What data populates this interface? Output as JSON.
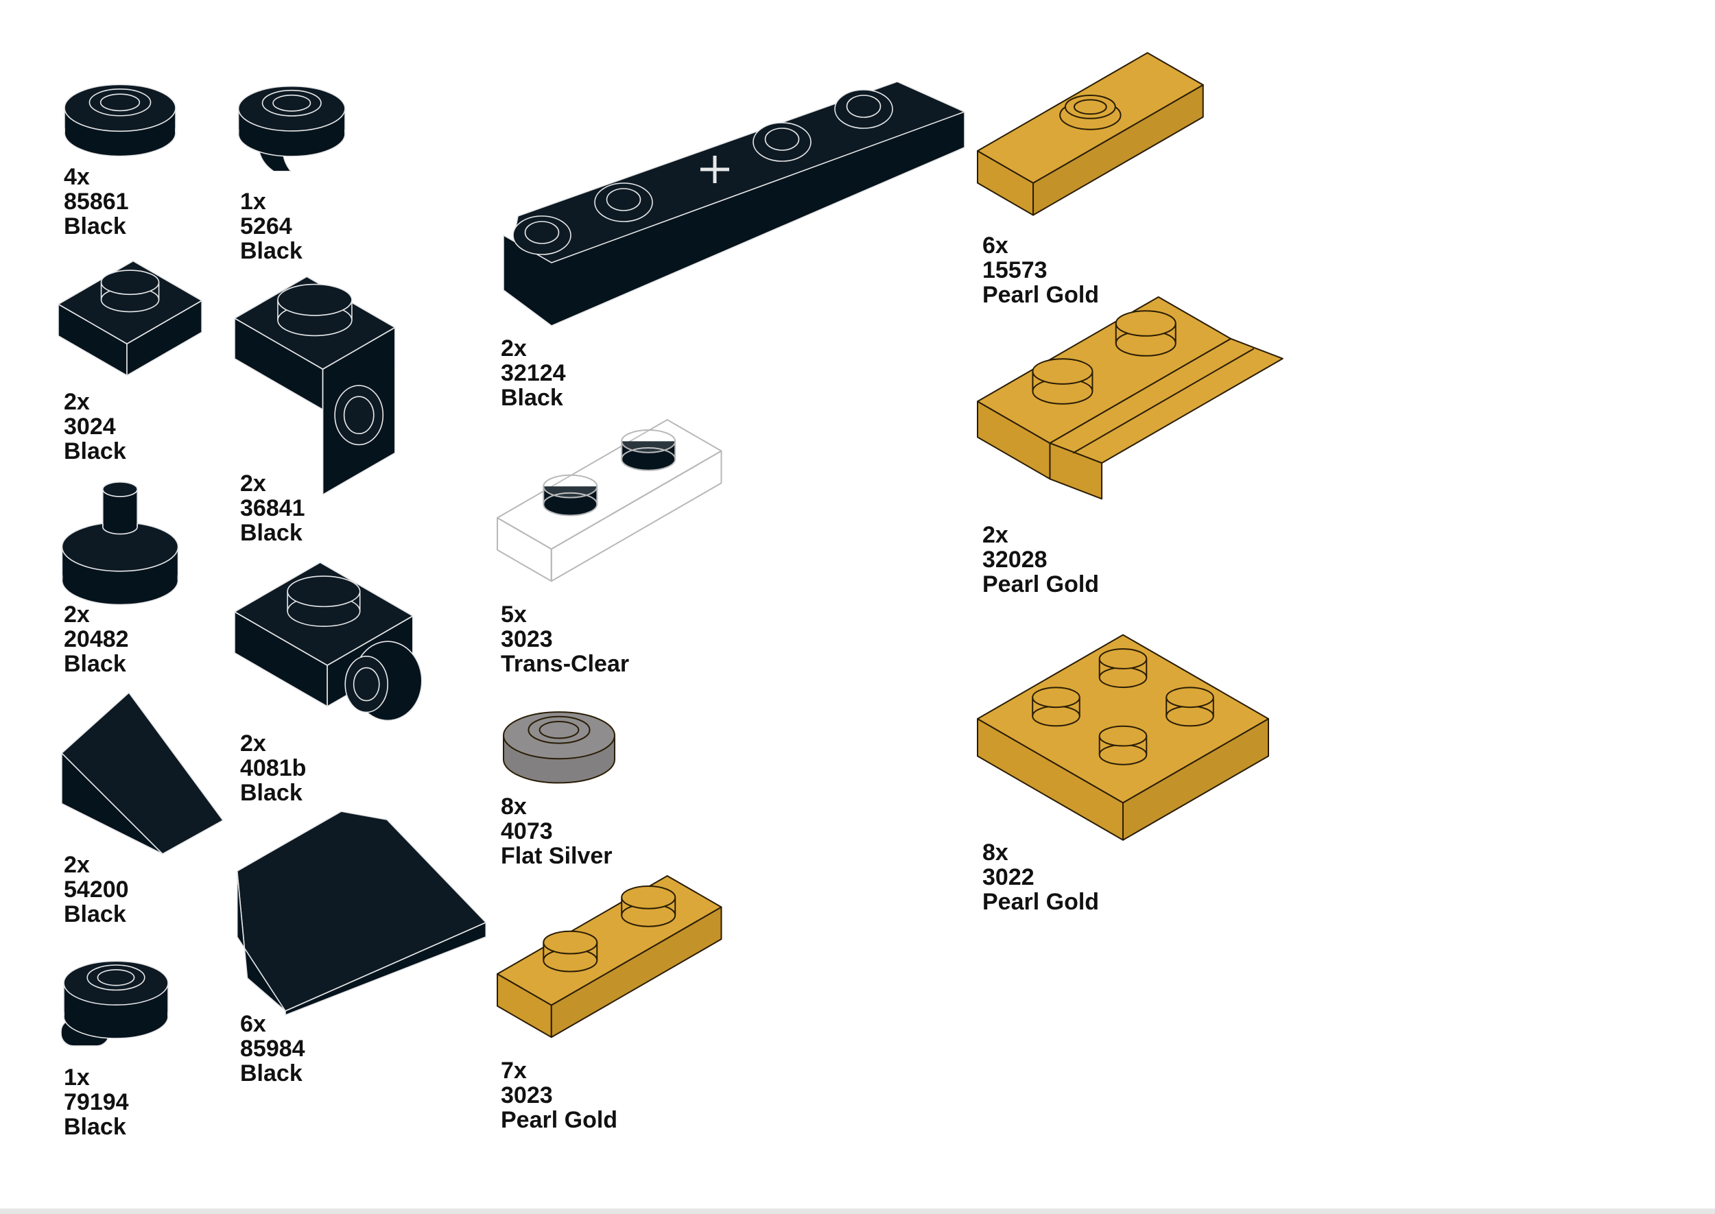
{
  "colors": {
    "Black": "#05131d",
    "Pearl Gold": "#d9a22d",
    "Flat Silver": "#898788",
    "Trans-Clear": "#ffffff"
  },
  "parts": [
    {
      "qty": "4x",
      "part": "85861",
      "color": "Black",
      "shape": "round-plate-hole"
    },
    {
      "qty": "1x",
      "part": "5264",
      "color": "Black",
      "shape": "round-plate-clip"
    },
    {
      "qty": "2x",
      "part": "3024",
      "color": "Black",
      "shape": "plate-1x1"
    },
    {
      "qty": "2x",
      "part": "36841",
      "color": "Black",
      "shape": "bracket-1x1"
    },
    {
      "qty": "2x",
      "part": "20482",
      "color": "Black",
      "shape": "round-tile-pin"
    },
    {
      "qty": "2x",
      "part": "4081b",
      "color": "Black",
      "shape": "plate-1x1-clip"
    },
    {
      "qty": "2x",
      "part": "54200",
      "color": "Black",
      "shape": "slope-1x1"
    },
    {
      "qty": "6x",
      "part": "85984",
      "color": "Black",
      "shape": "slope-1x2"
    },
    {
      "qty": "1x",
      "part": "79194",
      "color": "Black",
      "shape": "round-plate-bar"
    },
    {
      "qty": "2x",
      "part": "32124",
      "color": "Black",
      "shape": "technic-plate-1x5"
    },
    {
      "qty": "5x",
      "part": "3023",
      "color": "Trans-Clear",
      "shape": "plate-1x2"
    },
    {
      "qty": "8x",
      "part": "4073",
      "color": "Flat Silver",
      "shape": "round-plate-1x1"
    },
    {
      "qty": "7x",
      "part": "3023",
      "color": "Pearl Gold",
      "shape": "plate-1x2"
    },
    {
      "qty": "6x",
      "part": "15573",
      "color": "Pearl Gold",
      "shape": "jumper-1x2"
    },
    {
      "qty": "2x",
      "part": "32028",
      "color": "Pearl Gold",
      "shape": "plate-1x2-door-rail"
    },
    {
      "qty": "8x",
      "part": "3022",
      "color": "Pearl Gold",
      "shape": "plate-2x2"
    }
  ]
}
